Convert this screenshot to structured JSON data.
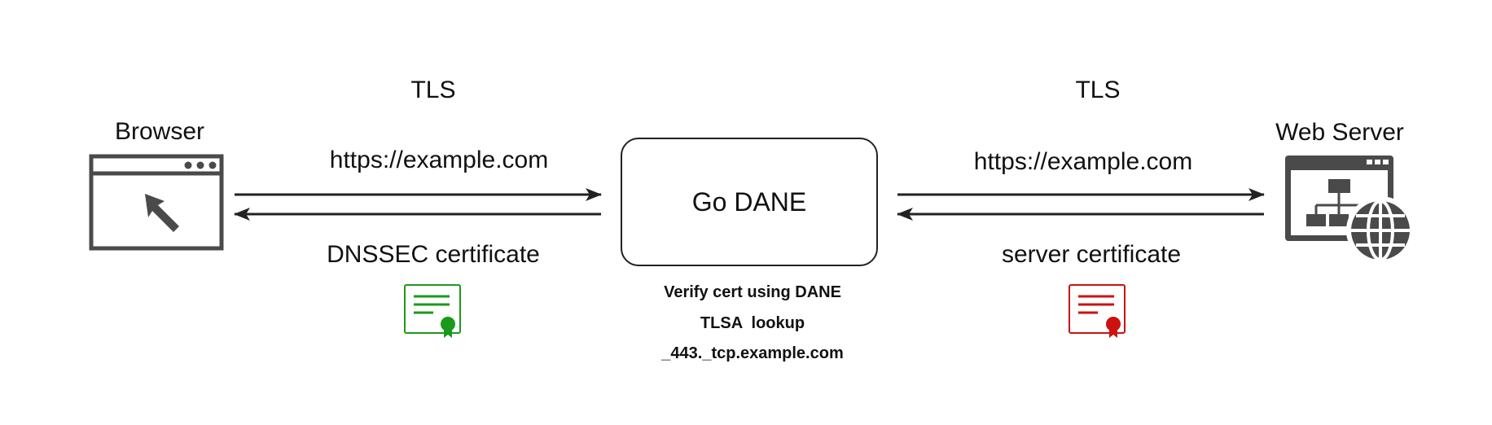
{
  "browser": {
    "label": "Browser",
    "icon": "browser-window-cursor-icon"
  },
  "server": {
    "label": "Web Server",
    "icon": "web-server-globe-icon"
  },
  "go_dane": {
    "label": "Go DANE"
  },
  "left_link": {
    "protocol": "TLS",
    "request": "https://example.com",
    "response": "DNSSEC certificate",
    "cert_icon": "certificate-green-icon",
    "cert_color": "#1a9a1a"
  },
  "right_link": {
    "protocol": "TLS",
    "request": "https://example.com",
    "response": "server certificate",
    "cert_icon": "certificate-red-icon",
    "cert_color": "#cc1111"
  },
  "notes": {
    "line1": "Verify cert using DANE",
    "line2": "TLSA  lookup",
    "line3": "_443._tcp.example.com"
  },
  "colors": {
    "icon": "#4a4a4a",
    "arrow": "#222222",
    "text": "#111111"
  }
}
